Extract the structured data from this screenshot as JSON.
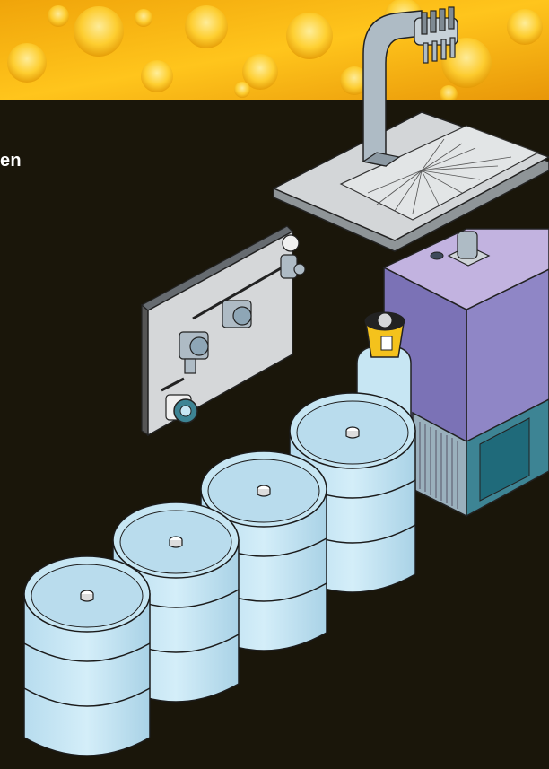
{
  "heading_fragment": "en",
  "colors": {
    "background": "#1a160a",
    "banner": "#f2b40c",
    "keg_fill": "#c7e6f3",
    "keg_stroke": "#1b1b1b",
    "cooler_top": "#c2b3e0",
    "cooler_side": "#8f86c6",
    "cooler_front": "#7b72b6",
    "sink": "#d3d6d8",
    "gas_bottle": "#c7e6f3",
    "gas_valve": "#f4c21c",
    "panel": "#d5d7d9",
    "tap_metal": "#aebbc5"
  },
  "illustration": {
    "objects": [
      "beer-tap-tower",
      "bar-sink",
      "cooler-unit",
      "co2-gas-bottle",
      "pressure-regulator-panel",
      "keg",
      "keg",
      "keg",
      "keg"
    ]
  }
}
